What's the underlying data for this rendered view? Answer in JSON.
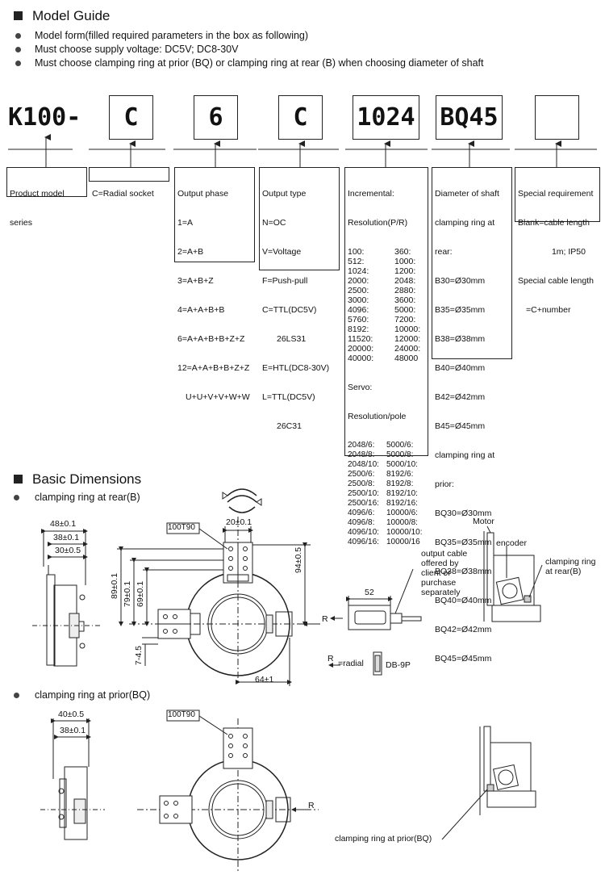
{
  "guide": {
    "title": "Model Guide",
    "bullets": [
      "Model form(filled required parameters in the box as following)",
      "Must choose supply voltage:  DC5V; DC8-30V",
      "Must choose clamping ring at prior (BQ) or clamping ring at rear (B) when choosing diameter of shaft"
    ]
  },
  "model_code": {
    "prefix": "K100-",
    "boxes": [
      "C",
      "6",
      "C",
      "1024",
      "BQ45",
      ""
    ]
  },
  "descriptions": {
    "series": [
      "Product model",
      "series"
    ],
    "socket": [
      "C=Radial socket"
    ],
    "phase": {
      "title": "Output phase",
      "items": [
        "1=A",
        "2=A+B",
        "3=A+B+Z",
        "4=A+A+B+B",
        "6=A+A+B+B+Z+Z",
        "12=A+A+B+B+Z+Z",
        "U+U+V+V+W+W"
      ]
    },
    "output": [
      "Output type",
      "N=OC",
      "V=Voltage",
      "F=Push-pull",
      "C=TTL(DC5V)",
      "26LS31",
      "E=HTL(DC8-30V)",
      "L=TTL(DC5V)",
      "26C31"
    ],
    "resolution": {
      "title1": "Incremental:",
      "title2": "Resolution(P/R)",
      "pairs": [
        [
          "100:",
          "360:"
        ],
        [
          "512:",
          "1000:"
        ],
        [
          "1024:",
          "1200:"
        ],
        [
          "2000:",
          "2048:"
        ],
        [
          "2500:",
          "2880:"
        ],
        [
          "3000:",
          "3600:"
        ],
        [
          "4096:",
          "5000:"
        ],
        [
          "5760:",
          "7200:"
        ],
        [
          "8192:",
          "10000:"
        ],
        [
          "11520:",
          "12000:"
        ],
        [
          "20000:",
          "24000:"
        ],
        [
          "40000:",
          "48000"
        ]
      ],
      "servo_title1": "Servo:",
      "servo_title2": "Resolution/pole",
      "servo_pairs": [
        [
          "2048/6:",
          "5000/6:"
        ],
        [
          "2048/8:",
          "5000/8:"
        ],
        [
          "2048/10:",
          "5000/10:"
        ],
        [
          "2500/6:",
          "8192/6:"
        ],
        [
          "2500/8:",
          "8192/8:"
        ],
        [
          "2500/10:",
          "8192/10:"
        ],
        [
          "2500/16:",
          "8192/16:"
        ],
        [
          "4096/6:",
          "10000/6:"
        ],
        [
          "4096/8:",
          "10000/8:"
        ],
        [
          "4096/10:",
          "10000/10:"
        ],
        [
          "4096/16:",
          "10000/16"
        ]
      ]
    },
    "shaft": [
      "Diameter of shaft",
      "clamping ring at",
      "rear:",
      "B30=Ø30mm",
      "B35=Ø35mm",
      "B38=Ø38mm",
      "B40=Ø40mm",
      "B42=Ø42mm",
      "B45=Ø45mm",
      "clamping ring at",
      "prior:",
      "BQ30=Ø30mm",
      "BQ35=Ø35mm",
      "BQ38=Ø38mm",
      "BQ40=Ø40mm",
      "BQ42=Ø42mm",
      "BQ45=Ø45mm"
    ],
    "special": [
      "Special requirement",
      "Blank=cable length",
      "1m; IP50",
      "Special cable length",
      "=C+number"
    ]
  },
  "dimensions": {
    "title": "Basic Dimensions",
    "rear_label": "clamping ring at rear(B)",
    "prior_label": "clamping ring at prior(BQ)",
    "dims": {
      "d48": "48±0.1",
      "d38": "38±0.1",
      "d30": "30±0.5",
      "d89": "89±0.1",
      "d79": "79±0.1",
      "d69": "69±0.1",
      "d20": "20±0.1",
      "d94": "94±0.5",
      "d64": "64±1",
      "d7": "7-4.5",
      "d52": "52",
      "d40": "40±0.5",
      "d38b": "38±0.1"
    },
    "tag": "100T90",
    "tag2": "100T90",
    "cable_note": [
      "output cable",
      "offered by",
      "client or",
      "purchase",
      "separately"
    ],
    "radial": "=radial",
    "r": "R",
    "r2": "R",
    "r3": "R",
    "db": "DB-9P",
    "motor": "Motor",
    "encoder": "encoder",
    "rear_note": [
      "clamping ring",
      "at rear(B)"
    ],
    "prior_note": "clamping ring at prior(BQ)"
  }
}
